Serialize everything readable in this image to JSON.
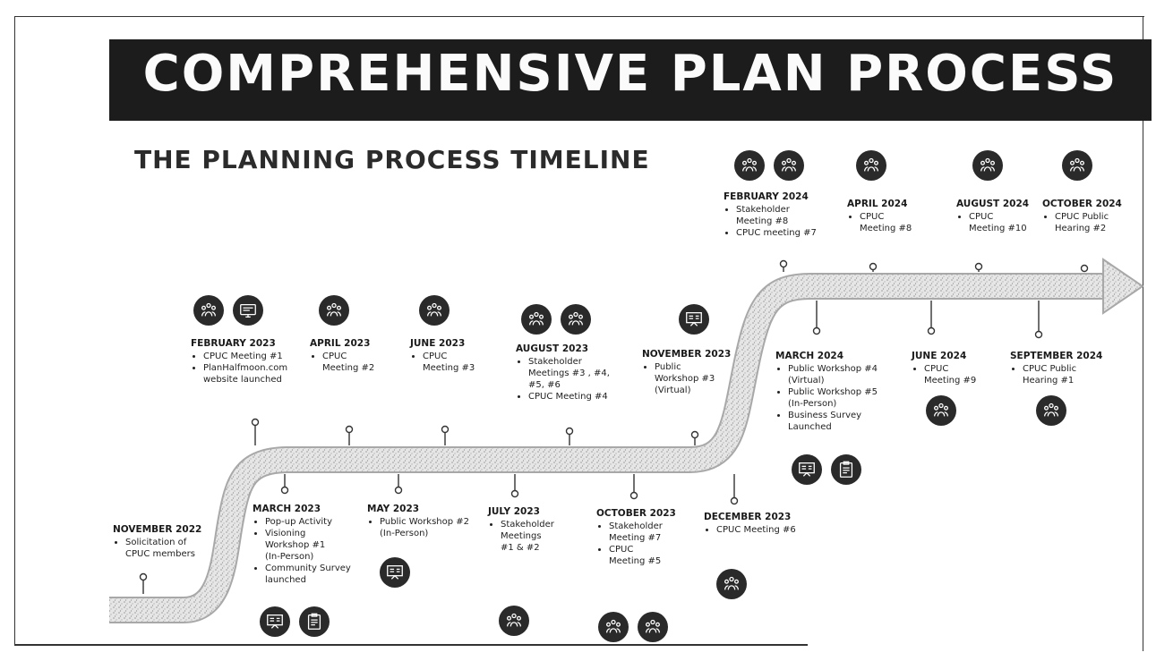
{
  "title": "COMPREHENSIVE PLAN PROCESS",
  "subtitle": "THE PLANNING PROCESS TIMELINE",
  "milestones": [
    {
      "date": "NOVEMBER 2022",
      "lines": [
        "Solicitation of",
        "CPUC members"
      ]
    },
    {
      "date": "FEBRUARY 2023",
      "lines": [
        "CPUC Meeting #1",
        "PlanHalfmoon.com",
        "website launched"
      ]
    },
    {
      "date": "MARCH 2023",
      "lines": [
        "Pop-up Activity",
        "Visioning",
        "Workshop #1",
        "(In-Person)",
        "Community Survey",
        "launched"
      ]
    },
    {
      "date": "APRIL 2023",
      "lines": [
        "CPUC",
        "Meeting #2"
      ]
    },
    {
      "date": "MAY 2023",
      "lines": [
        "Public Workshop #2",
        "(In-Person)"
      ]
    },
    {
      "date": "JUNE 2023",
      "lines": [
        "CPUC",
        "Meeting #3"
      ]
    },
    {
      "date": "JULY 2023",
      "lines": [
        "Stakeholder",
        "Meetings",
        "#1 & #2"
      ]
    },
    {
      "date": "AUGUST  2023",
      "lines": [
        "Stakeholder",
        "Meetings #3 , #4,",
        "#5, #6",
        "CPUC Meeting #4"
      ]
    },
    {
      "date": "OCTOBER 2023",
      "lines": [
        "Stakeholder",
        "Meeting #7",
        "CPUC",
        "Meeting #5"
      ]
    },
    {
      "date": "NOVEMBER 2023",
      "lines": [
        "Public",
        "Workshop #3",
        "(Virtual)"
      ]
    },
    {
      "date": "DECEMBER 2023",
      "lines": [
        "CPUC Meeting #6"
      ]
    },
    {
      "date": "FEBRUARY 2024",
      "lines": [
        "Stakeholder",
        "Meeting #8",
        "CPUC meeting #7"
      ]
    },
    {
      "date": "MARCH 2024",
      "lines": [
        "Public Workshop #4",
        "(Virtual)",
        "Public Workshop #5",
        "(In-Person)",
        "Business Survey",
        "Launched"
      ]
    },
    {
      "date": "APRIL 2024",
      "lines": [
        "CPUC",
        "Meeting #8"
      ]
    },
    {
      "date": "JUNE 2024",
      "lines": [
        "CPUC",
        "Meeting #9"
      ]
    },
    {
      "date": "AUGUST 2024",
      "lines": [
        "CPUC",
        "Meeting #10"
      ]
    },
    {
      "date": "SEPTEMBER 2024",
      "lines": [
        "CPUC Public",
        "Hearing #1"
      ]
    },
    {
      "date": "OCTOBER 2024",
      "lines": [
        "CPUC Public",
        "Hearing #2"
      ]
    }
  ],
  "icon_names": [
    "people-meeting-icon",
    "monitor-icon",
    "presentation-board-icon",
    "clipboard-icon"
  ]
}
